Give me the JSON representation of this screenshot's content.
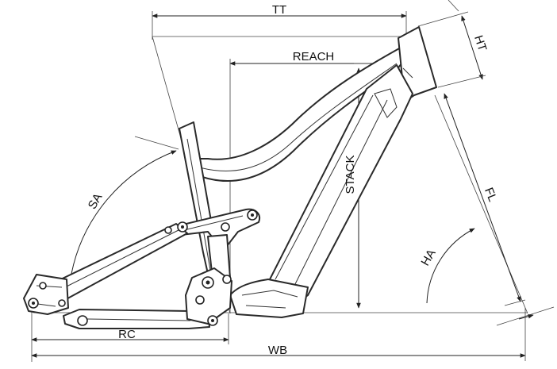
{
  "labels": {
    "tt": "TT",
    "reach": "REACH",
    "ht": "HT",
    "stack": "STACK",
    "fl": "FL",
    "sa": "SA",
    "ha": "HA",
    "rc": "RC",
    "wb": "WB"
  }
}
